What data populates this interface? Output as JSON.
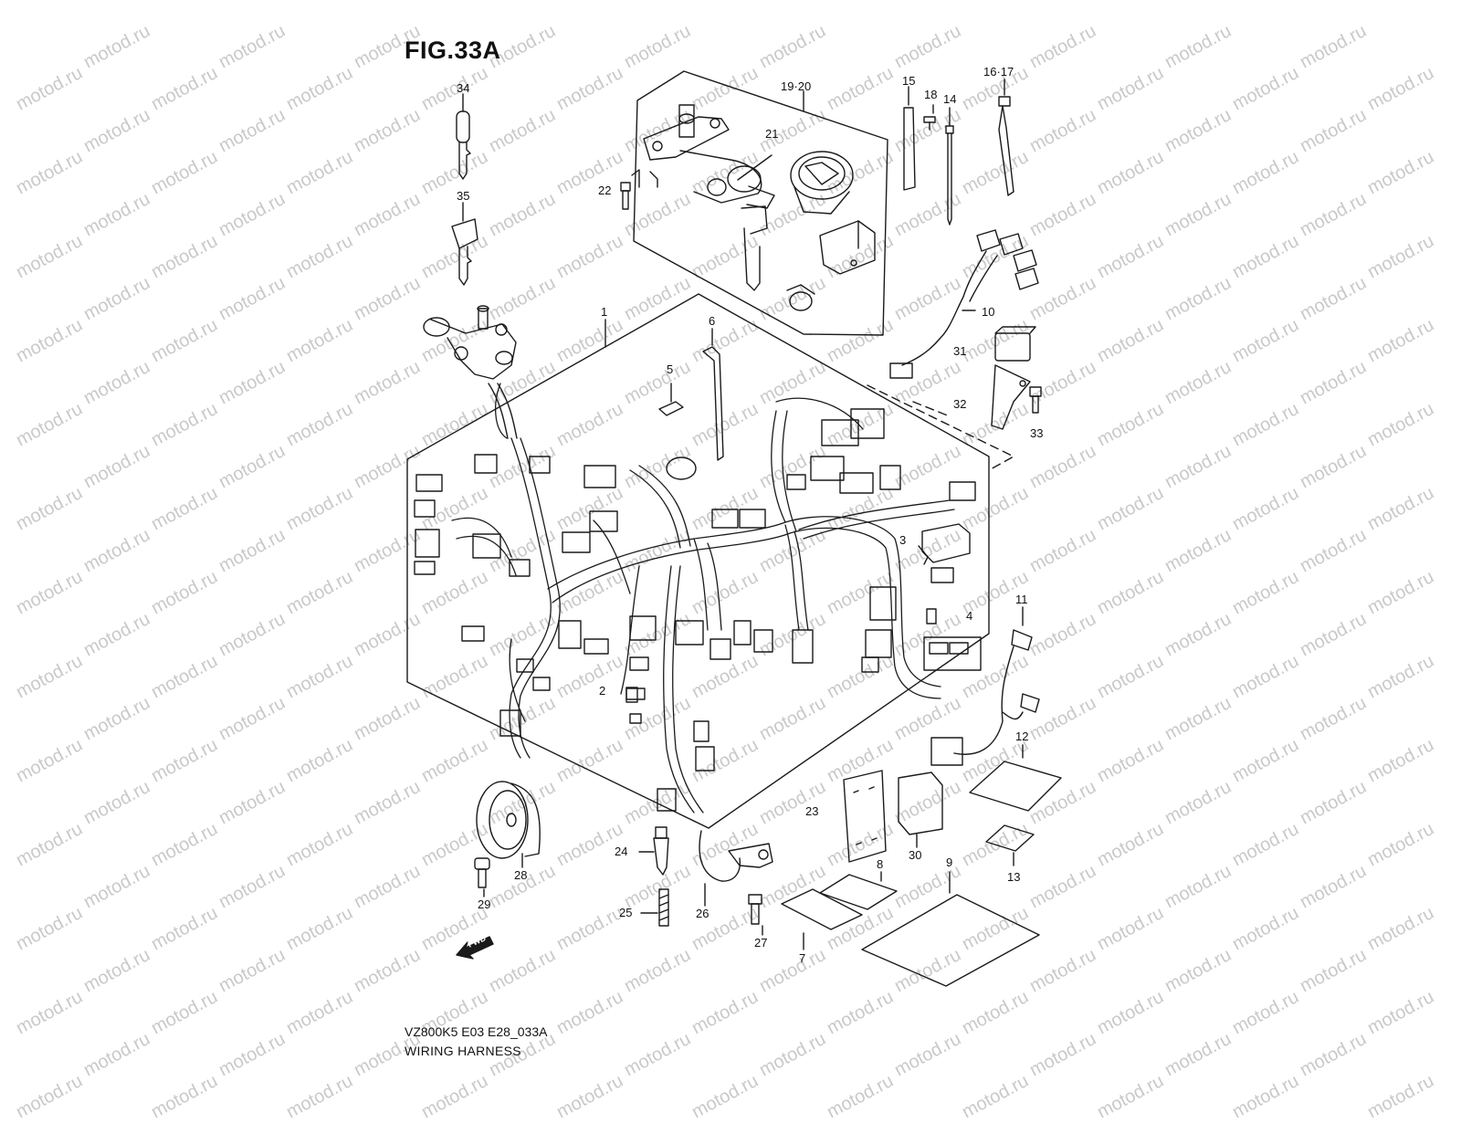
{
  "figure": {
    "title": "FIG.33A",
    "model_code": "VZ800K5 E03 E28_033A",
    "caption": "WIRING HARNESS",
    "watermark": "motod.ru",
    "fwd_label": "FWD"
  },
  "colors": {
    "line": "#1a1a1a",
    "watermark": "#c9c9c9",
    "background": "#ffffff"
  },
  "callouts": [
    "1",
    "2",
    "3",
    "4",
    "5",
    "6",
    "7",
    "8",
    "9",
    "10",
    "11",
    "12",
    "13",
    "14",
    "15",
    "16·17",
    "18",
    "19·20",
    "21",
    "22",
    "23",
    "24",
    "25",
    "26",
    "27",
    "28",
    "29",
    "30",
    "31",
    "32",
    "33",
    "34",
    "35"
  ]
}
